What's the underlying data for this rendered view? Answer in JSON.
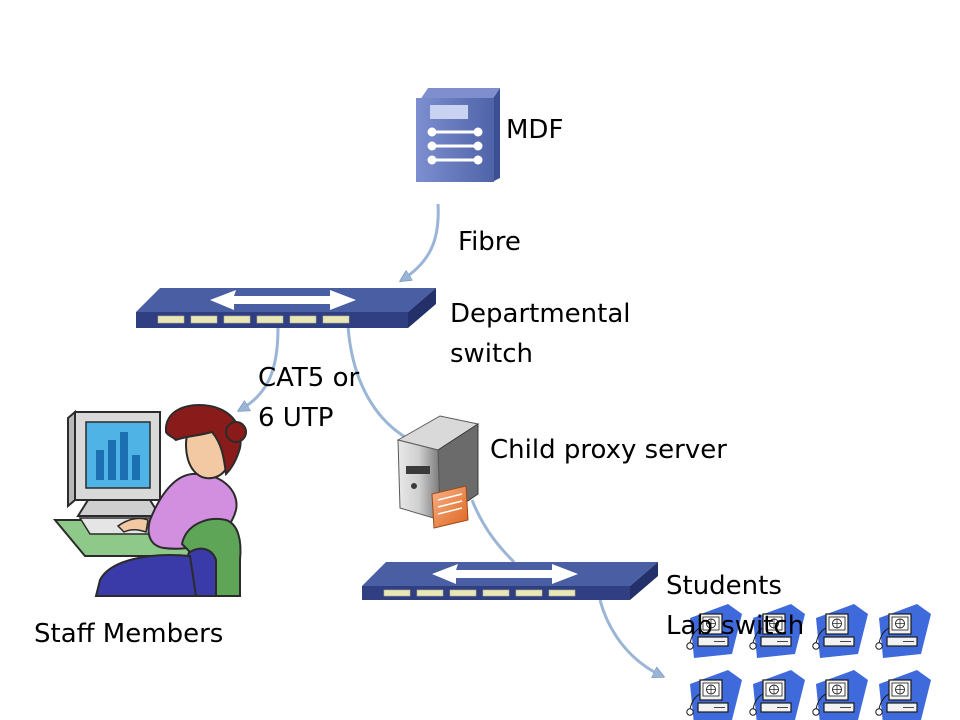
{
  "labels": {
    "mdf": "MDF",
    "fibre": "Fibre",
    "departmental_switch": "Departmental switch",
    "cat_cable": "CAT5 or 6 UTP",
    "child_proxy": "Child proxy server",
    "students_lab_switch": "Students Lab switch",
    "staff_members": "Staff Members"
  },
  "colors": {
    "arrow": "#9bb5d6",
    "switch_top": "#4a5fa3",
    "switch_front": "#2f3f82",
    "mdf_body": "#5a6fb3",
    "lab_pc_bg": "#2a5ad8"
  },
  "icons": {
    "mdf": "mdf-rack-icon",
    "switch": "network-switch-icon",
    "server": "proxy-server-icon",
    "staff": "staff-member-at-computer-icon",
    "lab_pc": "lab-workstation-icon"
  },
  "lab_workstation_count": 8
}
